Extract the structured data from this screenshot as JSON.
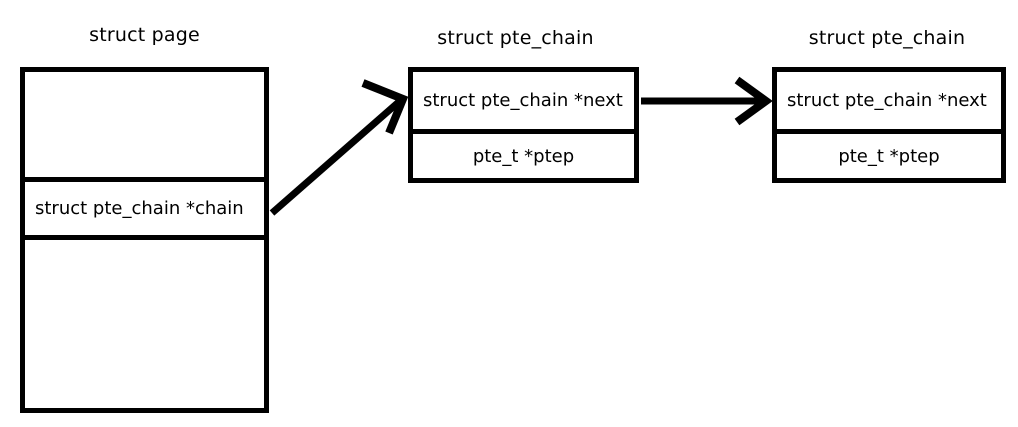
{
  "diagram": {
    "title_struct_page": "struct page",
    "title_pte_chain_1": "struct pte_chain",
    "title_pte_chain_2": "struct pte_chain",
    "page_struct": {
      "rows": [
        {
          "label": "",
          "align": "left"
        },
        {
          "label": "struct pte_chain *chain",
          "align": "left"
        },
        {
          "label": "",
          "align": "left"
        }
      ]
    },
    "pte_chain_1": {
      "rows": [
        {
          "label": "struct pte_chain *next",
          "align": "left"
        },
        {
          "label": "pte_t *ptep",
          "align": "center"
        }
      ]
    },
    "pte_chain_2": {
      "rows": [
        {
          "label": "struct pte_chain *next",
          "align": "left"
        },
        {
          "label": "pte_t *ptep",
          "align": "center"
        }
      ]
    },
    "arrows": [
      {
        "name": "chain-to-first-pte-chain",
        "from": "struct page chain field",
        "to": "first struct pte_chain"
      },
      {
        "name": "next-to-second-pte-chain",
        "from": "first struct pte_chain next field",
        "to": "second struct pte_chain"
      }
    ],
    "colors": {
      "stroke": "#000000",
      "background": "#ffffff",
      "text": "#000000"
    }
  }
}
